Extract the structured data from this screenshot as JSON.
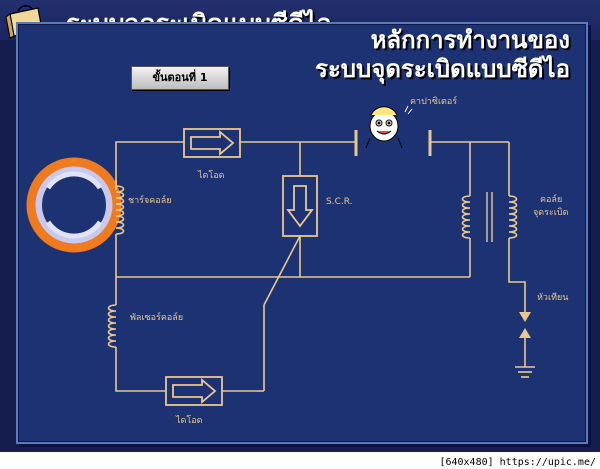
{
  "header": {
    "title": "ระบบจุดระเบิดแบบซีดีไอ"
  },
  "panel": {
    "title_line1": "หลักการทำงานของ",
    "title_line2": "ระบบจุดระเบิดแบบซีดีไอ"
  },
  "step_button": {
    "label": "ขั้นตอนที่ 1"
  },
  "diagram": {
    "labels": {
      "capacitor": "คาปาซิเตอร์",
      "diode_top": "ไดโอด",
      "scr": "S.C.R.",
      "charge_coil": "ชาร์จคอล์ย",
      "ignition_coil_line1": "คอล์ย",
      "ignition_coil_line2": "จุดระเบิด",
      "spark_plug": "หัวเทียน",
      "pulser_coil": "พัลเซอร์คอล์ย",
      "diode_bottom": "ไดโอด"
    }
  },
  "colors": {
    "wire": "#e9c88d",
    "background": "#1d3273",
    "flywheel_ring": "#f07a1e"
  },
  "watermark": "[640x480] https://upic.me/"
}
